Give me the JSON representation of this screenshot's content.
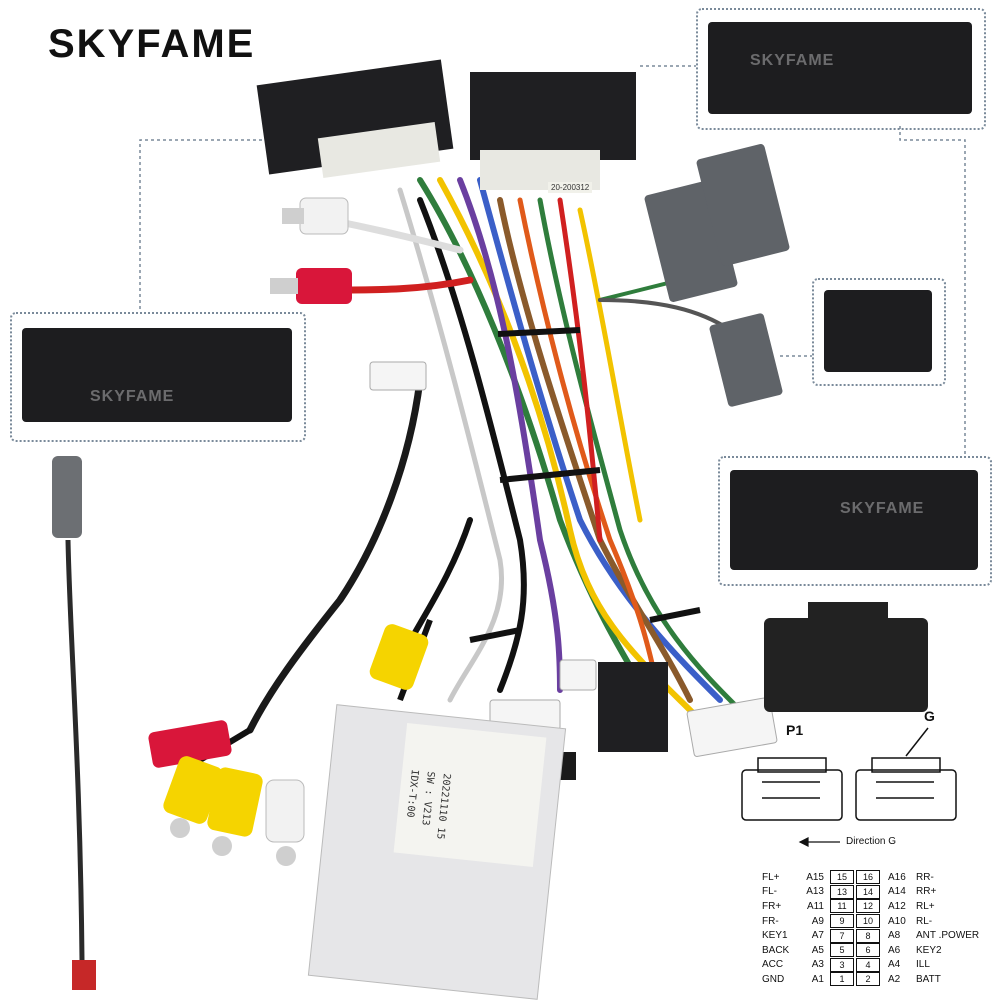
{
  "brand": {
    "logo_text": "SKYFAME"
  },
  "labels": {
    "p1": "P1",
    "g": "G",
    "direction": "Direction G"
  },
  "module": {
    "lines": [
      "IDX-T:00",
      "SW : V213",
      "20221110 15"
    ]
  },
  "tags": {
    "tag1": "20-200312"
  },
  "pinout": {
    "rows": [
      {
        "left_name": "FL+",
        "left_code": "A15",
        "left_pin": "15",
        "right_pin": "16",
        "right_code": "A16",
        "right_name": "RR-"
      },
      {
        "left_name": "FL-",
        "left_code": "A13",
        "left_pin": "13",
        "right_pin": "14",
        "right_code": "A14",
        "right_name": "RR+"
      },
      {
        "left_name": "FR+",
        "left_code": "A11",
        "left_pin": "11",
        "right_pin": "12",
        "right_code": "A12",
        "right_name": "RL+"
      },
      {
        "left_name": "FR-",
        "left_code": "A9",
        "left_pin": "9",
        "right_pin": "10",
        "right_code": "A10",
        "right_name": "RL-"
      },
      {
        "left_name": "KEY1",
        "left_code": "A7",
        "left_pin": "7",
        "right_pin": "8",
        "right_code": "A8",
        "right_name": "ANT .POWER"
      },
      {
        "left_name": "BACK",
        "left_code": "A5",
        "left_pin": "5",
        "right_pin": "6",
        "right_code": "A6",
        "right_name": "KEY2"
      },
      {
        "left_name": "ACC",
        "left_code": "A3",
        "left_pin": "3",
        "right_pin": "4",
        "right_code": "A4",
        "right_name": "ILL"
      },
      {
        "left_name": "GND",
        "left_code": "A1",
        "left_pin": "1",
        "right_pin": "2",
        "right_code": "A2",
        "right_name": "BATT"
      }
    ]
  }
}
